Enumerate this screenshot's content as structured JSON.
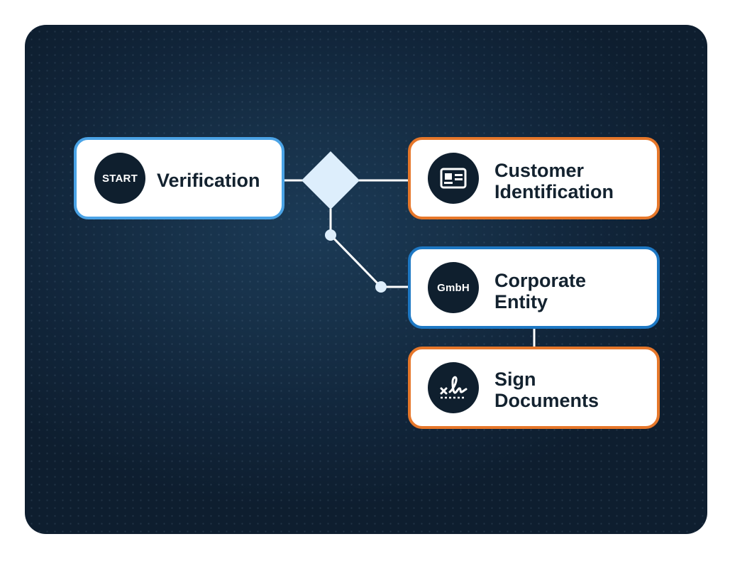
{
  "diagram": {
    "nodes": [
      {
        "id": "verification",
        "badge_text": "START",
        "lines": [
          "Verification"
        ]
      },
      {
        "id": "customer-identification",
        "badge_icon": "id-card-icon",
        "lines": [
          "Customer",
          "Identification"
        ]
      },
      {
        "id": "corporate-entity",
        "badge_text": "GmbH",
        "lines": [
          "Corporate",
          "Entity"
        ]
      },
      {
        "id": "sign-documents",
        "badge_icon": "signature-icon",
        "lines": [
          "Sign",
          "Documents"
        ]
      }
    ],
    "colors": {
      "background": "#11253a",
      "node_border_orange": "#e6772a",
      "node_border_blue": "#1d78c4",
      "node_border_light_blue": "#4aa3e6",
      "connector": "#ffffff",
      "decision": "#ddeefc",
      "badge": "#0f1f2e"
    }
  }
}
